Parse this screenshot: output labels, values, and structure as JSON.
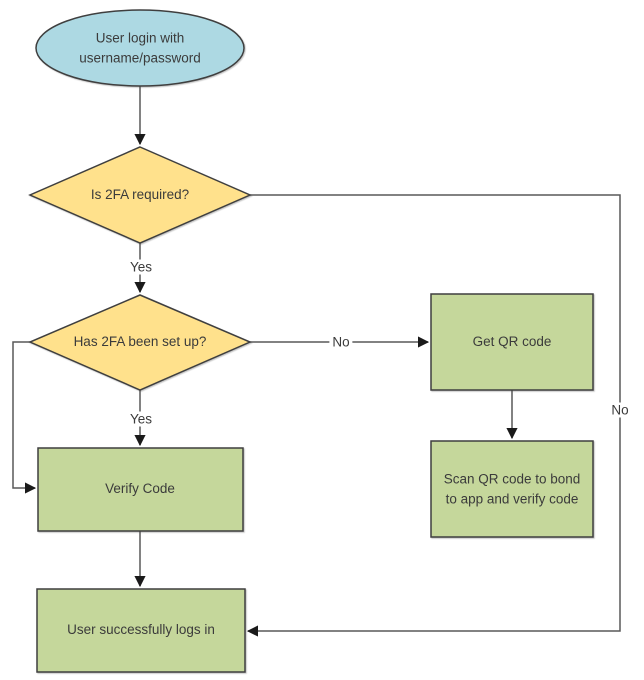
{
  "diagram": {
    "title": "Two-factor authentication login flowchart",
    "colors": {
      "start_fill": "#ADD9E3",
      "decision_fill": "#FFE18C",
      "process_fill": "#C5D79B",
      "shape_stroke": "#3f3f3f",
      "connector_stroke": "#595959",
      "arrowhead_fill": "#1a1a1a",
      "text": "#3b3b3b",
      "background": "#ffffff"
    },
    "nodes": {
      "start": {
        "type": "ellipse",
        "label": "User login with\nusername/password"
      },
      "is_2fa_required": {
        "type": "decision",
        "label": "Is 2FA required?"
      },
      "has_2fa_setup": {
        "type": "decision",
        "label": "Has 2FA been set up?"
      },
      "get_qr": {
        "type": "process",
        "label": "Get QR code"
      },
      "scan_qr": {
        "type": "process",
        "label": "Scan QR code to bond\nto app and verify code"
      },
      "verify_code": {
        "type": "process",
        "label": "Verify Code"
      },
      "success": {
        "type": "process",
        "label": "User successfully logs in"
      }
    },
    "edge_labels": {
      "required_yes": "Yes",
      "required_no": "No",
      "setup_yes": "Yes",
      "setup_no": "No"
    }
  }
}
